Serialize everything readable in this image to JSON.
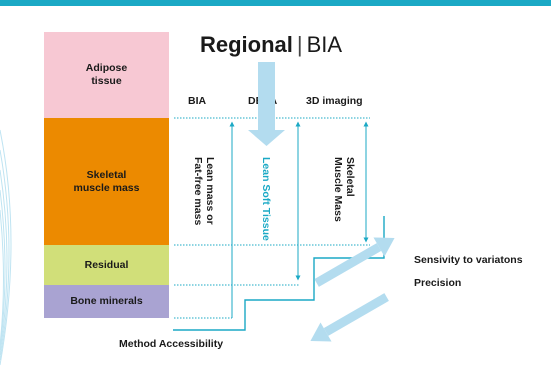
{
  "colors": {
    "accent": "#1ba9c5",
    "adipose": "#f7c8d3",
    "skeletal": "#ec8a00",
    "residual": "#d1df79",
    "bone": "#a9a3d2",
    "arrow_light": "#b3dcef",
    "text": "#1a1a1a"
  },
  "heading": {
    "strong": "Regional",
    "separator": "|",
    "light": "BIA"
  },
  "compartments": [
    {
      "id": "adipose",
      "label": "Adipose\ntissue"
    },
    {
      "id": "skeletal",
      "label": "Skeletal\nmuscle mass"
    },
    {
      "id": "residual",
      "label": "Residual"
    },
    {
      "id": "bone",
      "label": "Bone minerals"
    }
  ],
  "columns": [
    {
      "header": "BIA",
      "label": "Lean mass or\nFat-free mass"
    },
    {
      "header": "DEXA",
      "label": "Lean Soft Tissue"
    },
    {
      "header": "3D imaging",
      "label": "Skeletal\nMuscle Mass"
    }
  ],
  "axis_labels": {
    "sensitivity": "Sensivity to variatons",
    "precision": "Precision",
    "accessibility": "Method Accessibility"
  }
}
